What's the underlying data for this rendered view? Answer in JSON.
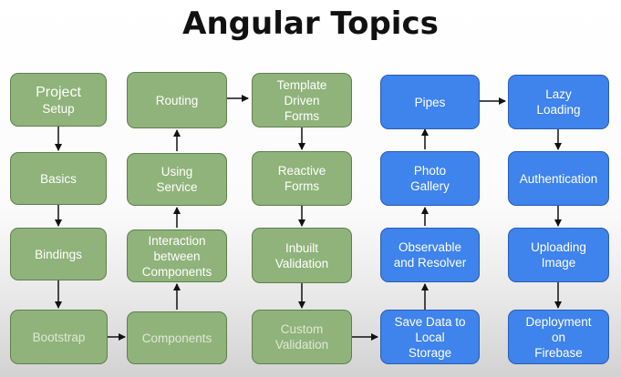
{
  "title": "Angular Topics",
  "nodes": {
    "project_setup": {
      "line1": "Project",
      "line2": "Setup"
    },
    "basics": {
      "line1": "Basics"
    },
    "bindings": {
      "line1": "Bindings"
    },
    "bootstrap": {
      "line1": "Bootstrap"
    },
    "components": {
      "line1": "Components"
    },
    "interaction": {
      "line1": "Interaction",
      "line2": "between",
      "line3": "Components"
    },
    "using_service": {
      "line1": "Using",
      "line2": "Service"
    },
    "routing": {
      "line1": "Routing"
    },
    "template_forms": {
      "line1": "Template",
      "line2": "Driven",
      "line3": "Forms"
    },
    "reactive_forms": {
      "line1": "Reactive",
      "line2": "Forms"
    },
    "inbuilt_validation": {
      "line1": "Inbuilt",
      "line2": "Validation"
    },
    "custom_validation": {
      "line1": "Custom",
      "line2": "Validation"
    },
    "save_data": {
      "line1": "Save Data to",
      "line2": "Local",
      "line3": "Storage"
    },
    "observable": {
      "line1": "Observable",
      "line2": "and Resolver"
    },
    "photo_gallery": {
      "line1": "Photo",
      "line2": "Gallery"
    },
    "pipes": {
      "line1": "Pipes"
    },
    "lazy_loading": {
      "line1": "Lazy",
      "line2": "Loading"
    },
    "authentication": {
      "line1": "Authentication"
    },
    "uploading_image": {
      "line1": "Uploading",
      "line2": "Image"
    },
    "deployment": {
      "line1": "Deployment",
      "line2": "on",
      "line3": "Firebase"
    }
  },
  "colors": {
    "green_fill": "#8fb37a",
    "green_border": "#5f7f4c",
    "blue_fill": "#3f83ec",
    "blue_border": "#2a5db0",
    "title": "#111111",
    "arrow": "#111111"
  }
}
